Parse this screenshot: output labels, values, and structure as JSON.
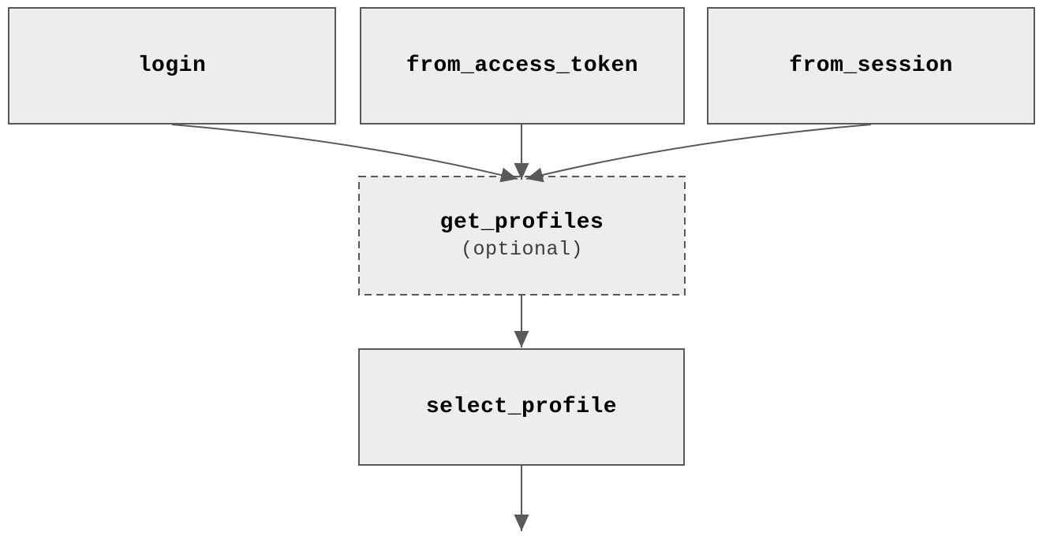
{
  "diagram": {
    "type": "flowchart",
    "background": "#ffffff",
    "node_fill": "#ededed",
    "node_border_color": "#595959",
    "edge_color": "#595959",
    "label_color": "#000000",
    "sublabel_color": "#3d3d3d",
    "nodes": [
      {
        "id": "login",
        "label": "login",
        "style": "solid"
      },
      {
        "id": "from_access_token",
        "label": "from_access_token",
        "style": "solid"
      },
      {
        "id": "from_session",
        "label": "from_session",
        "style": "solid"
      },
      {
        "id": "get_profiles",
        "label": "get_profiles",
        "sublabel": "(optional)",
        "style": "dashed"
      },
      {
        "id": "select_profile",
        "label": "select_profile",
        "style": "solid"
      }
    ],
    "edges": [
      {
        "from": "login",
        "to": "get_profiles"
      },
      {
        "from": "from_access_token",
        "to": "get_profiles"
      },
      {
        "from": "from_session",
        "to": "get_profiles"
      },
      {
        "from": "get_profiles",
        "to": "select_profile"
      },
      {
        "from": "select_profile",
        "to": ""
      }
    ]
  }
}
